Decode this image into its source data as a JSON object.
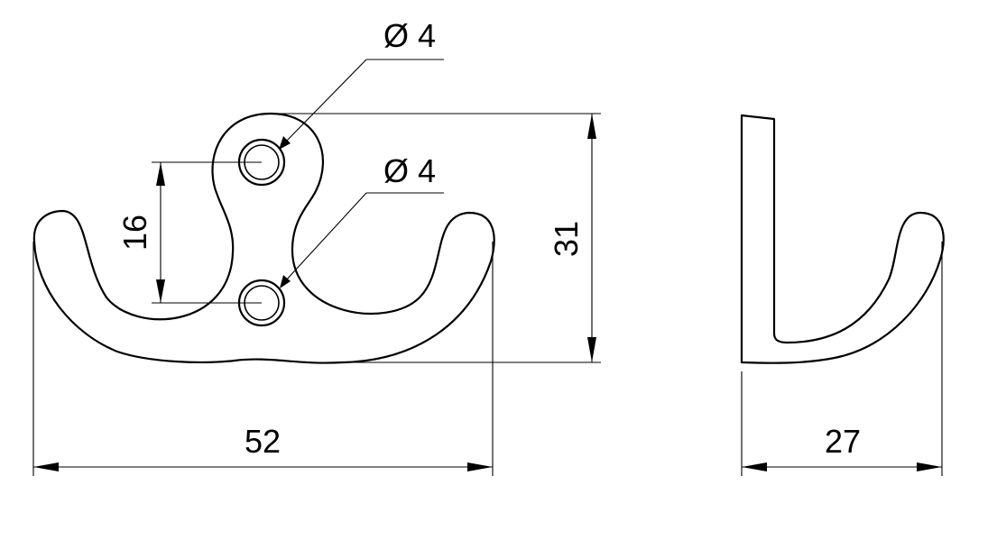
{
  "drawing": {
    "front_view": {
      "hole_top_diameter": "Ø 4",
      "hole_bottom_diameter": "Ø 4",
      "hole_spacing": "16",
      "height": "31",
      "width": "52"
    },
    "side_view": {
      "depth": "27"
    },
    "colors": {
      "line": "#000000",
      "background": "#ffffff"
    }
  }
}
